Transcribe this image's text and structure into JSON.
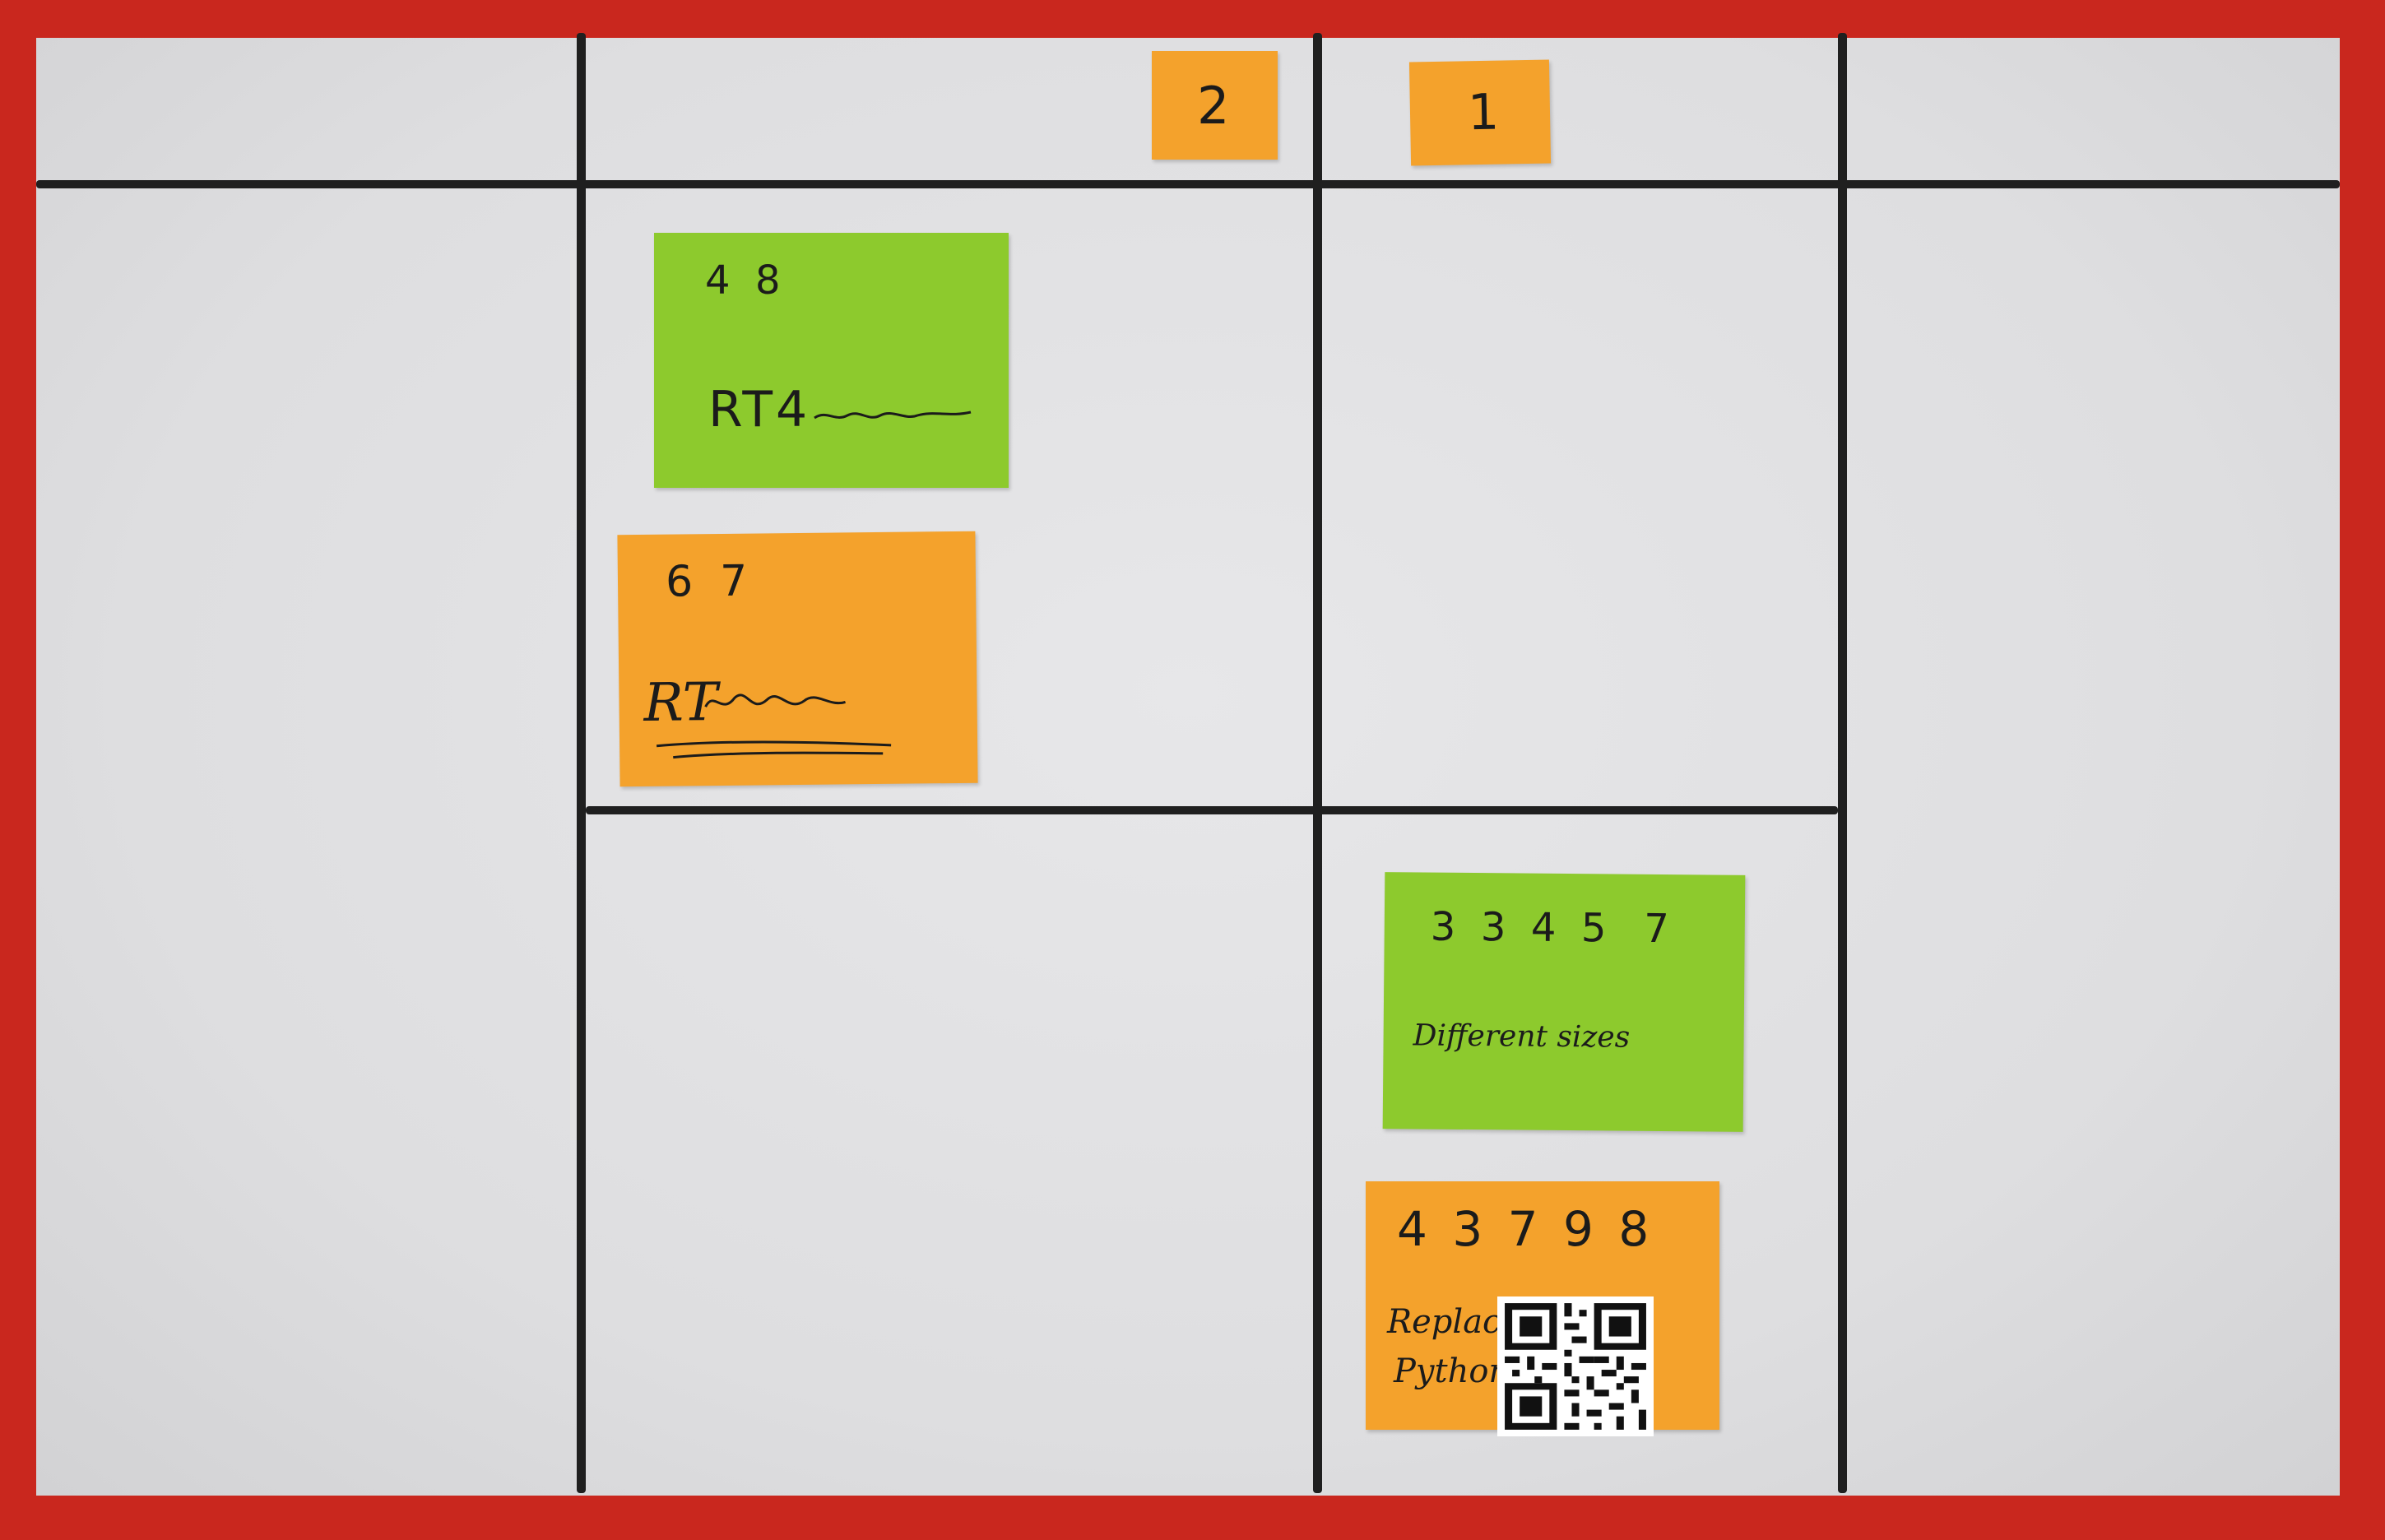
{
  "header_notes": [
    {
      "label": "2",
      "color": "#f4a22c"
    },
    {
      "label": "1",
      "color": "#f4a22c"
    }
  ],
  "task_notes": [
    {
      "numbers": "4  8",
      "text": "RT4",
      "color": "#8dca2d"
    },
    {
      "numbers": "6  7",
      "text": "RT",
      "color": "#f4a22c"
    },
    {
      "numbers": "3  3  4  5   7",
      "text": "Different sizes",
      "color": "#8dca2d"
    },
    {
      "numbers": "4 3 7 9 8",
      "text_line1": "Replace",
      "text_line2": "Python",
      "color": "#f4a22c"
    }
  ],
  "colors": {
    "frame_tape": "#c9271e",
    "grid_lines": "#1f1f1f",
    "board": "#e6e6e8"
  }
}
